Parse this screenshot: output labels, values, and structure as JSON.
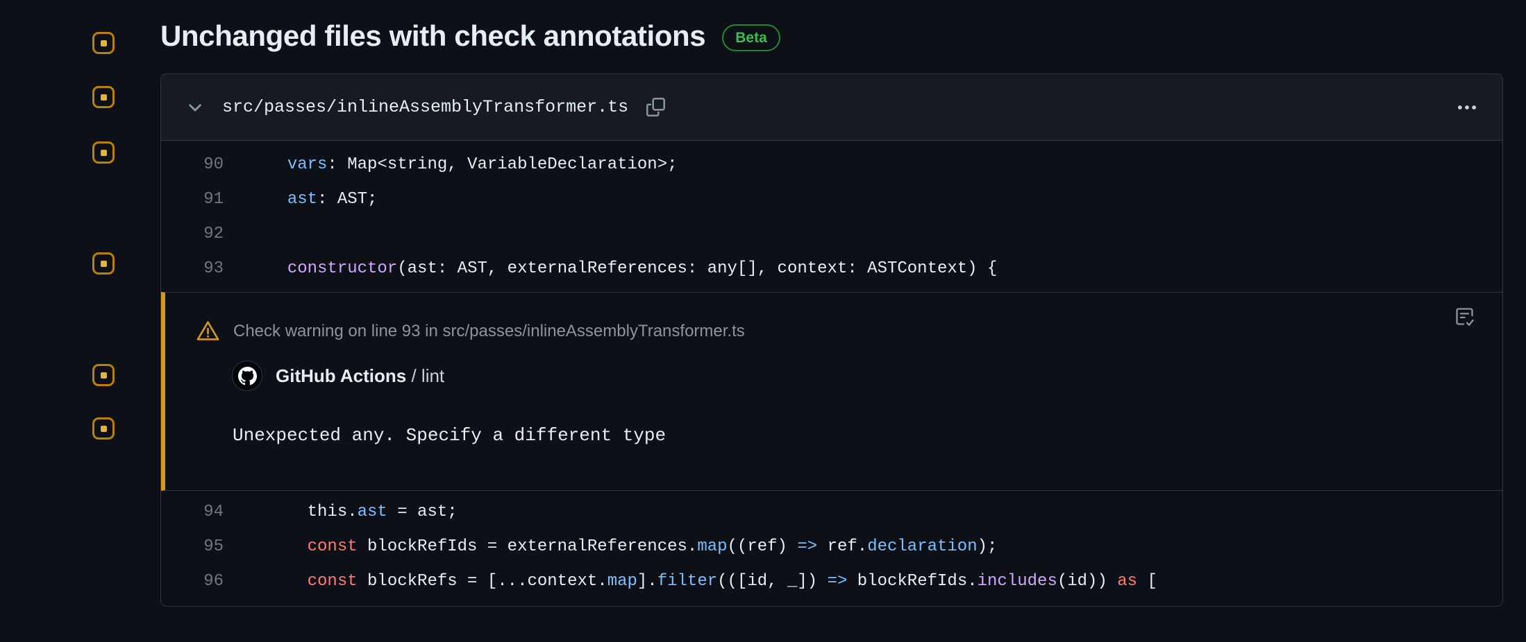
{
  "page": {
    "title": "Unchanged files with check annotations",
    "beta_badge": "Beta"
  },
  "file_card": {
    "path": "src/passes/inlineAssemblyTransformer.ts"
  },
  "code": {
    "lines_before": [
      {
        "num": "90",
        "tokens": [
          {
            "t": "  "
          },
          {
            "t": "vars",
            "c": "blue"
          },
          {
            "t": ": Map<string, VariableDeclaration>;"
          }
        ]
      },
      {
        "num": "91",
        "tokens": [
          {
            "t": "  "
          },
          {
            "t": "ast",
            "c": "blue"
          },
          {
            "t": ": AST;"
          }
        ]
      },
      {
        "num": "92",
        "tokens": []
      },
      {
        "num": "93",
        "tokens": [
          {
            "t": "  "
          },
          {
            "t": "constructor",
            "c": "purple"
          },
          {
            "t": "(ast: AST, externalReferences: any[], context: ASTContext) {"
          }
        ]
      }
    ],
    "lines_after": [
      {
        "num": "94",
        "tokens": [
          {
            "t": "    this."
          },
          {
            "t": "ast",
            "c": "blue"
          },
          {
            "t": " = ast;"
          }
        ]
      },
      {
        "num": "95",
        "tokens": [
          {
            "t": "    "
          },
          {
            "t": "const",
            "c": "red"
          },
          {
            "t": " blockRefIds = externalReferences."
          },
          {
            "t": "map",
            "c": "blue"
          },
          {
            "t": "((ref) "
          },
          {
            "t": "=>",
            "c": "blue"
          },
          {
            "t": " ref."
          },
          {
            "t": "declaration",
            "c": "blue"
          },
          {
            "t": ");"
          }
        ]
      },
      {
        "num": "96",
        "tokens": [
          {
            "t": "    "
          },
          {
            "t": "const",
            "c": "red"
          },
          {
            "t": " blockRefs = [...context."
          },
          {
            "t": "map",
            "c": "blue"
          },
          {
            "t": "]."
          },
          {
            "t": "filter",
            "c": "blue"
          },
          {
            "t": "(([id, _]) "
          },
          {
            "t": "=>",
            "c": "blue"
          },
          {
            "t": " blockRefIds."
          },
          {
            "t": "includes",
            "c": "purple"
          },
          {
            "t": "(id)) "
          },
          {
            "t": "as",
            "c": "red"
          },
          {
            "t": " ["
          }
        ]
      }
    ]
  },
  "annotation": {
    "header": "Check warning on line 93 in src/passes/inlineAssemblyTransformer.ts",
    "source_name": "GitHub Actions",
    "source_suffix": " / lint",
    "message": "Unexpected any. Specify a different type"
  },
  "icons": {
    "chevron": "chevron-down",
    "copy": "copy",
    "kebab": "kebab-horizontal",
    "warning": "alert-triangle",
    "avatar": "github-mark",
    "action": "tasklist-check",
    "gutter_marker": "annotation-marker"
  },
  "colors": {
    "background": "#0d1117",
    "card_header": "#161b22",
    "border": "#30363d",
    "warning_accent": "#d29922",
    "marker_border": "#bb8009",
    "marker_dot": "#e3b341",
    "beta_green": "#3fb950",
    "syntax_blue": "#79c0ff",
    "syntax_red": "#ff7b72",
    "syntax_purple": "#d2a8ff",
    "text_primary": "#e6edf3",
    "text_muted": "#8b949e"
  }
}
